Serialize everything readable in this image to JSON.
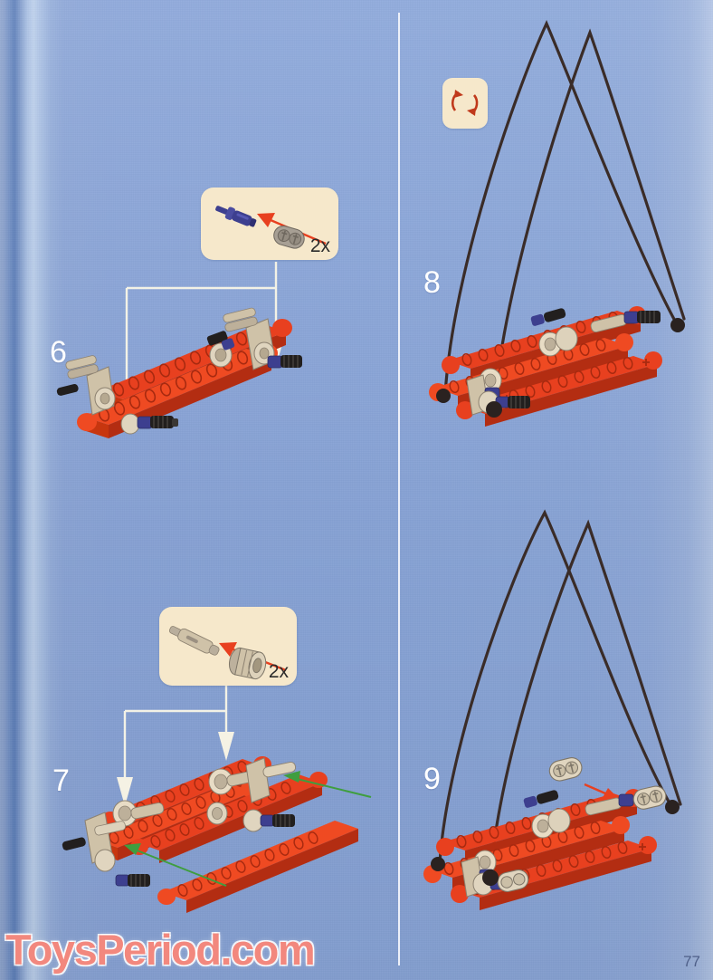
{
  "page": {
    "number": "77",
    "background_color": "#8aa5d9",
    "divider_color": "#f2f4fb"
  },
  "watermark": {
    "text": "ToysPeriod.com",
    "color": "#f2887e"
  },
  "steps": [
    {
      "id": "step-6",
      "number": "6",
      "quantity_label": "2x",
      "callout_bg": "#f6e8cb",
      "parts": [
        "blue-axle-pin",
        "gray-2hole-connector"
      ],
      "arrow_color": "#e8401f",
      "marker_type": "white-down-arrow",
      "marker_count": 2
    },
    {
      "id": "step-7",
      "number": "7",
      "quantity_label": "2x",
      "callout_bg": "#f6e8cb",
      "parts": [
        "gray-axle",
        "gray-bushing-pulley"
      ],
      "arrow_color": "#e8401f",
      "marker_type": "white-down-arrow",
      "marker_count": 2,
      "assembly_arrow_color": "#3f9e3f",
      "assembly_arrow_count": 2
    },
    {
      "id": "step-8",
      "number": "8",
      "badge": "rotate-icon",
      "badge_arrow_color": "#c0391b",
      "strings": 2,
      "string_color": "#3a2c28"
    },
    {
      "id": "step-9",
      "number": "9",
      "parts": [
        "tan-2hole-connector"
      ],
      "arrow_color": "#e8401f",
      "strings": 2,
      "string_color": "#3a2c28"
    }
  ],
  "colors": {
    "beam_red": "#e8401f",
    "beam_red_dark": "#b32d12",
    "tan": "#cfc2a8",
    "tan_light": "#e6dcc6",
    "gray": "#a79f94",
    "blue_pin": "#3d3f8f",
    "black": "#221f1e",
    "white_marker": "#f5f2e4"
  }
}
